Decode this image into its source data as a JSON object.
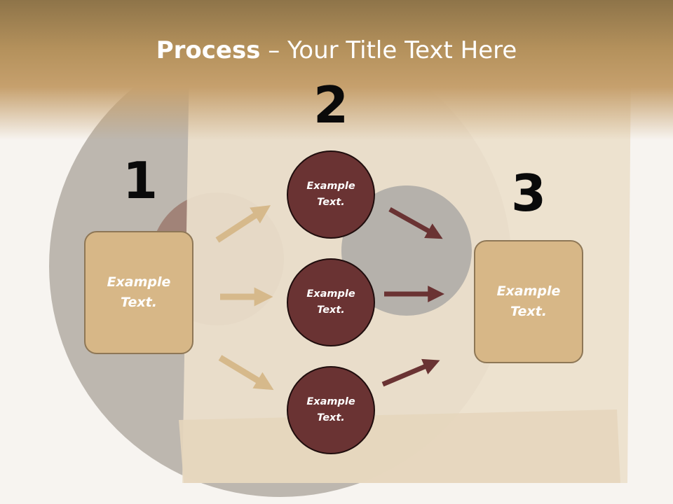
{
  "title": {
    "bold": "Process",
    "rest": " – Your Title Text Here"
  },
  "steps": [
    {
      "number": "1",
      "box_text_line1": "Example",
      "box_text_line2": "Text."
    },
    {
      "number": "2"
    },
    {
      "number": "3",
      "box_text_line1": "Example",
      "box_text_line2": "Text."
    }
  ],
  "circles": [
    {
      "line1": "Example",
      "line2": "Text."
    },
    {
      "line1": "Example",
      "line2": "Text."
    },
    {
      "line1": "Example",
      "line2": "Text."
    }
  ],
  "colors": {
    "box_fill": "#d7b787",
    "circle_fill": "#6a3333",
    "arrow_tan": "#d6b98b",
    "arrow_maroon": "#6a3333",
    "header": "#b4915c"
  }
}
